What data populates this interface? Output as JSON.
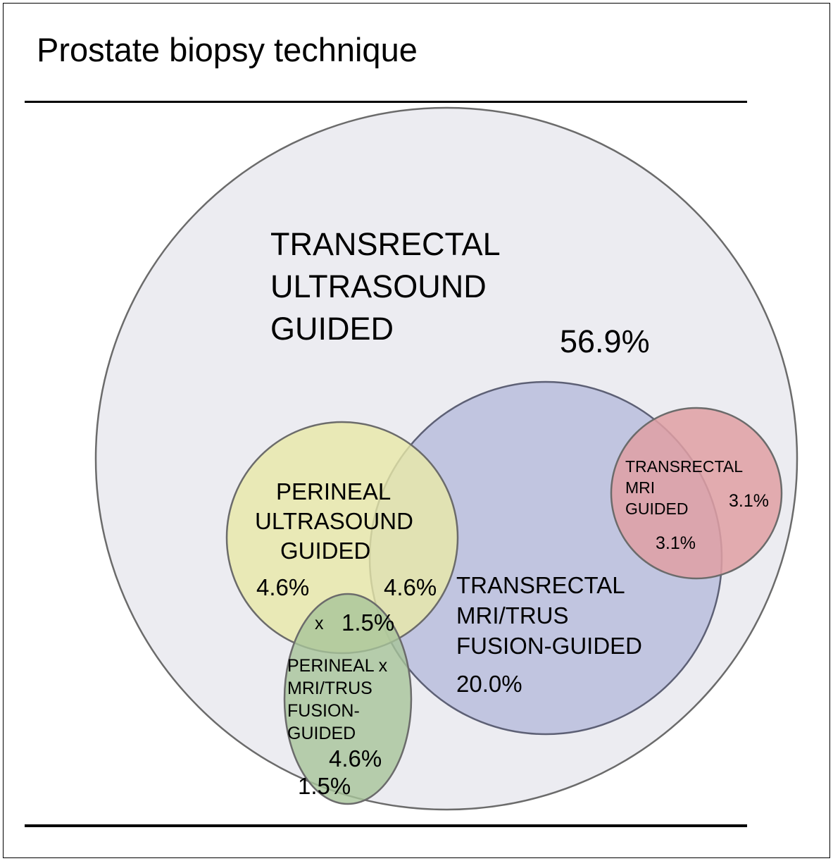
{
  "title": "Prostate biopsy technique",
  "chart_data": {
    "type": "pie",
    "title": "Prostate biopsy technique",
    "subtype": "euler-venn-set-diagram",
    "xlabel": "",
    "ylabel": "",
    "legend": "none",
    "grid": false,
    "units": "percent",
    "categories": [
      "TRANSRECTAL ULTRASOUND GUIDED",
      "TRANSRECTAL MRI/TRUS FUSION-GUIDED",
      "PERINEAL ULTRASOUND GUIDED",
      "TRANSRECTAL MRI GUIDED",
      "PERINEAL x MRI/TRUS FUSION-GUIDED"
    ],
    "values": [
      56.9,
      20.0,
      4.6,
      3.1,
      4.6
    ],
    "sets": [
      {
        "id": "transrectal-ultrasound-guided",
        "label_lines": [
          "TRANSRECTAL",
          "ULTRASOUND",
          "GUIDED"
        ],
        "value": "56.9%",
        "color": "#ebebf0",
        "stroke": "#6d6d6d"
      },
      {
        "id": "transrectal-mri-trus-fusion-guided",
        "label_lines": [
          "TRANSRECTAL",
          "MRI/TRUS",
          "FUSION-GUIDED"
        ],
        "value": "20.0%",
        "color": "#b7bcdc",
        "stroke": "#5a5d76"
      },
      {
        "id": "perineal-ultrasound-guided",
        "label_lines": [
          "PERINEAL",
          "ULTRASOUND",
          "GUIDED"
        ],
        "value_left": "4.6%",
        "value_right": "4.6%",
        "color": "#e8e8a8",
        "stroke": "#6d6d5a"
      },
      {
        "id": "transrectal-mri-guided",
        "label_lines": [
          "TRANSRECTAL",
          "MRI",
          "GUIDED"
        ],
        "value_inner": "3.1%",
        "value_outer": "3.1%",
        "color": "#e0a0a4",
        "stroke": "#6d5a5d"
      },
      {
        "id": "perineal-x-mri-trus-fusion-guided",
        "label_lines": [
          "PERINEAL x",
          "MRI/TRUS",
          "FUSION-",
          "GUIDED"
        ],
        "value_upper": "4.6%",
        "value_lower": "1.5%",
        "color": "#a8c49a",
        "stroke": "#5d6d5a"
      }
    ],
    "intersections": [
      {
        "id": "perineal-us-x-fusion",
        "marker": "x",
        "value": "1.5%"
      }
    ],
    "annotations": {
      "outer_big_label": "TRANSRECTAL\nULTRASOUND\nGUIDED",
      "outer_big_value": "56.9%",
      "fusion_label": "TRANSRECTAL\nMRI/TRUS\nFUSION-GUIDED",
      "fusion_value": "20.0%",
      "perineal_us_label": "PERINEAL\nULTRASOUND\nGUIDED",
      "perineal_us_value_left": "4.6%",
      "perineal_us_value_right": "4.6%",
      "mri_label": "TRANSRECTAL\nMRI\nGUIDED",
      "mri_value_outer": "3.1%",
      "mri_value_inner": "3.1%",
      "green_label": "PERINEAL x\nMRI/TRUS\nFUSION-\nGUIDED",
      "green_value_upper": "4.6%",
      "green_value_lower": "1.5%",
      "overlap_x": "x",
      "overlap_value": "1.5%"
    }
  },
  "labels": {
    "tus_line1": "TRANSRECTAL",
    "tus_line2": "ULTRASOUND",
    "tus_line3": "GUIDED",
    "tus_pct": "56.9%",
    "fusion_line1": "TRANSRECTAL",
    "fusion_line2": "MRI/TRUS",
    "fusion_line3": "FUSION-GUIDED",
    "fusion_pct": "20.0%",
    "perineal_line1": "PERINEAL",
    "perineal_line2": "ULTRASOUND",
    "perineal_line3": "GUIDED",
    "perineal_pct_left": "4.6%",
    "perineal_pct_right": "4.6%",
    "mri_line1": "TRANSRECTAL",
    "mri_line2": "MRI",
    "mri_line3": "GUIDED",
    "mri_pct_outer": "3.1%",
    "mri_pct_inner": "3.1%",
    "green_line1": "PERINEAL x",
    "green_line2": "MRI/TRUS",
    "green_line3": "FUSION-",
    "green_line4": "GUIDED",
    "green_pct_upper": "4.6%",
    "green_pct_lower": "1.5%",
    "overlap_x": "x",
    "overlap_pct": "1.5%"
  },
  "colors": {
    "outer_fill": "#ebebf0",
    "fusion_fill": "#b7bcdc",
    "perineal_fill": "#e8e8a8",
    "mri_fill": "#e0a0a4",
    "green_fill": "#a8c49a",
    "stroke": "#6b6b6b",
    "text": "#000000",
    "background": "#ffffff"
  }
}
